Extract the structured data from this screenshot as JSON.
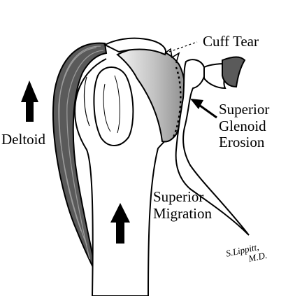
{
  "labels": {
    "cuff_tear": "Cuff Tear",
    "deltoid": "Deltoid",
    "glenoid_line1": "Superior",
    "glenoid_line2": "Glenoid",
    "glenoid_line3": "Erosion",
    "migration_line1": "Superior",
    "migration_line2": "Migration"
  },
  "signature": {
    "line1": "S.Lippitt,",
    "line2": "M.D."
  },
  "colors": {
    "muscle": "#555555",
    "humeral_head_shade": "#a8a8a8",
    "outline": "#000000"
  }
}
